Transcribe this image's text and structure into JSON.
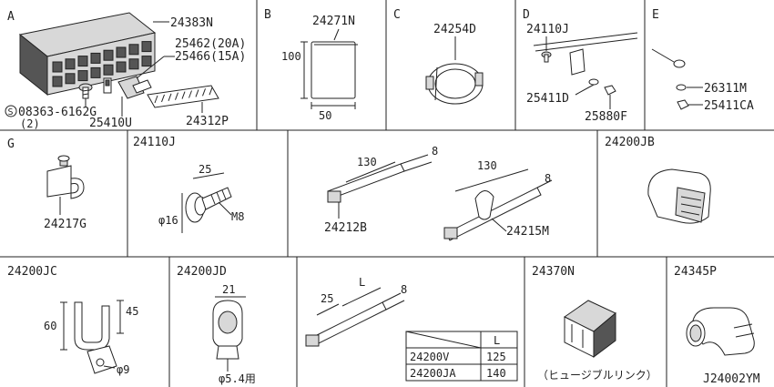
{
  "diagram_code": "J24002YM",
  "panels": {
    "a": {
      "letter": "A",
      "part_main": "24383N",
      "part_20a": "25462(20A)",
      "part_15a": "25466(15A)",
      "circle_s": "S",
      "part_screw": "08363-6162G",
      "screw_qty": "(2)",
      "part_clip": "25410U",
      "part_label": "24312P"
    },
    "b": {
      "letter": "B",
      "part": "24271N",
      "dim_h": "100",
      "dim_w": "50"
    },
    "c": {
      "letter": "C",
      "part": "24254D"
    },
    "d": {
      "letter": "D",
      "part_bolt": "24110J",
      "part_washer": "25411D",
      "part_nut": "25880F"
    },
    "e": {
      "letter": "E",
      "part_washer": "26311M",
      "part_nut": "25411CA"
    },
    "g": {
      "letter": "G",
      "part": "24217G"
    },
    "bolt": {
      "part": "24110J",
      "dim_len": "25",
      "dim_dia": "φ16",
      "thread": "M8"
    },
    "ties": {
      "dim_len1": "130",
      "dim_w1": "8",
      "part1": "24212B",
      "dim_len2": "130",
      "dim_w2": "8",
      "part2": "24215M"
    },
    "jb": {
      "part": "24200JB"
    },
    "jc": {
      "part": "24200JC",
      "dim_h1": "60",
      "dim_h2": "45",
      "dim_hole": "φ9"
    },
    "jd": {
      "part": "24200JD",
      "dim_w": "21",
      "dim_hole": "φ5.4用"
    },
    "tie_table": {
      "dim_25": "25",
      "dim_L": "L",
      "dim_8": "8",
      "header_l": "L",
      "rows": [
        {
          "part": "24200V",
          "length": "125"
        },
        {
          "part": "24200JA",
          "length": "140"
        }
      ]
    },
    "n": {
      "part": "24370N",
      "note": "（ヒュージブルリンク）"
    },
    "p": {
      "part": "24345P"
    }
  }
}
